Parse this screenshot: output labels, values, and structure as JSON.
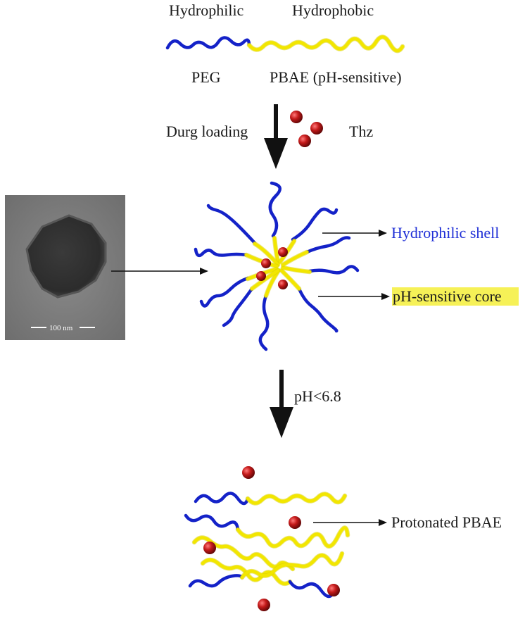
{
  "labels": {
    "hydrophilic": "Hydrophilic",
    "hydrophobic": "Hydrophobic",
    "peg": "PEG",
    "pbae": "PBAE (pH-sensitive)",
    "drug_loading": "Durg loading",
    "thz": "Thz",
    "hydrophilic_shell": "Hydrophilic shell",
    "ph_core": "pH-sensitive core",
    "ph_condition": "pH<6.8",
    "protonated": "Protonated PBAE",
    "scale_bar": "100 nm"
  },
  "colors": {
    "hydrophilic_chain": "#1422c8",
    "hydrophobic_chain": "#f2e600",
    "drug_particle": "#b01515",
    "label_blue": "#1f2fd6",
    "core_highlight": "#f5ef3a"
  },
  "icons": {
    "drug": "red-sphere",
    "arrow": "down-arrow"
  }
}
